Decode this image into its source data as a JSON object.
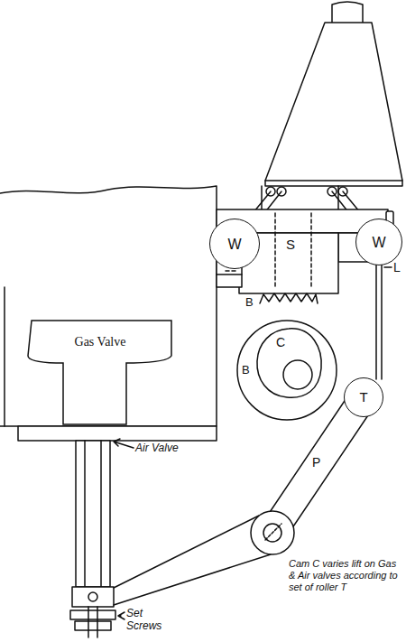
{
  "diagram": {
    "nodes": [
      {
        "text": [
          "W"
        ]
      },
      {
        "text": [
          "W"
        ]
      },
      {
        "text": [
          "Gas Valve"
        ]
      },
      {
        "text": [
          "T"
        ]
      }
    ],
    "labels": [
      "S",
      "L",
      "B",
      "C",
      "B",
      "P",
      "Air Valve",
      "Set Screws",
      "Cam C varies lift on Gas & Air valves according to set of roller T"
    ]
  }
}
